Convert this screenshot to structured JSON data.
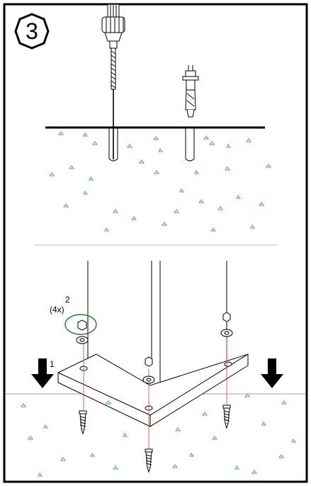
{
  "step": {
    "number": "3"
  },
  "assembly": {
    "part_1_label": "1",
    "part_2_label": "2",
    "part_2_quantity": "(4x)"
  },
  "colors": {
    "ink": "#000000",
    "concrete_speck": "#4caf50",
    "drill_line": "#e53935",
    "washer_highlight": "#2e7d32"
  },
  "icons": [
    "drill-icon",
    "anchor-bolt-icon",
    "arrow-down-icon",
    "screw-icon",
    "nut-icon",
    "washer-icon"
  ]
}
